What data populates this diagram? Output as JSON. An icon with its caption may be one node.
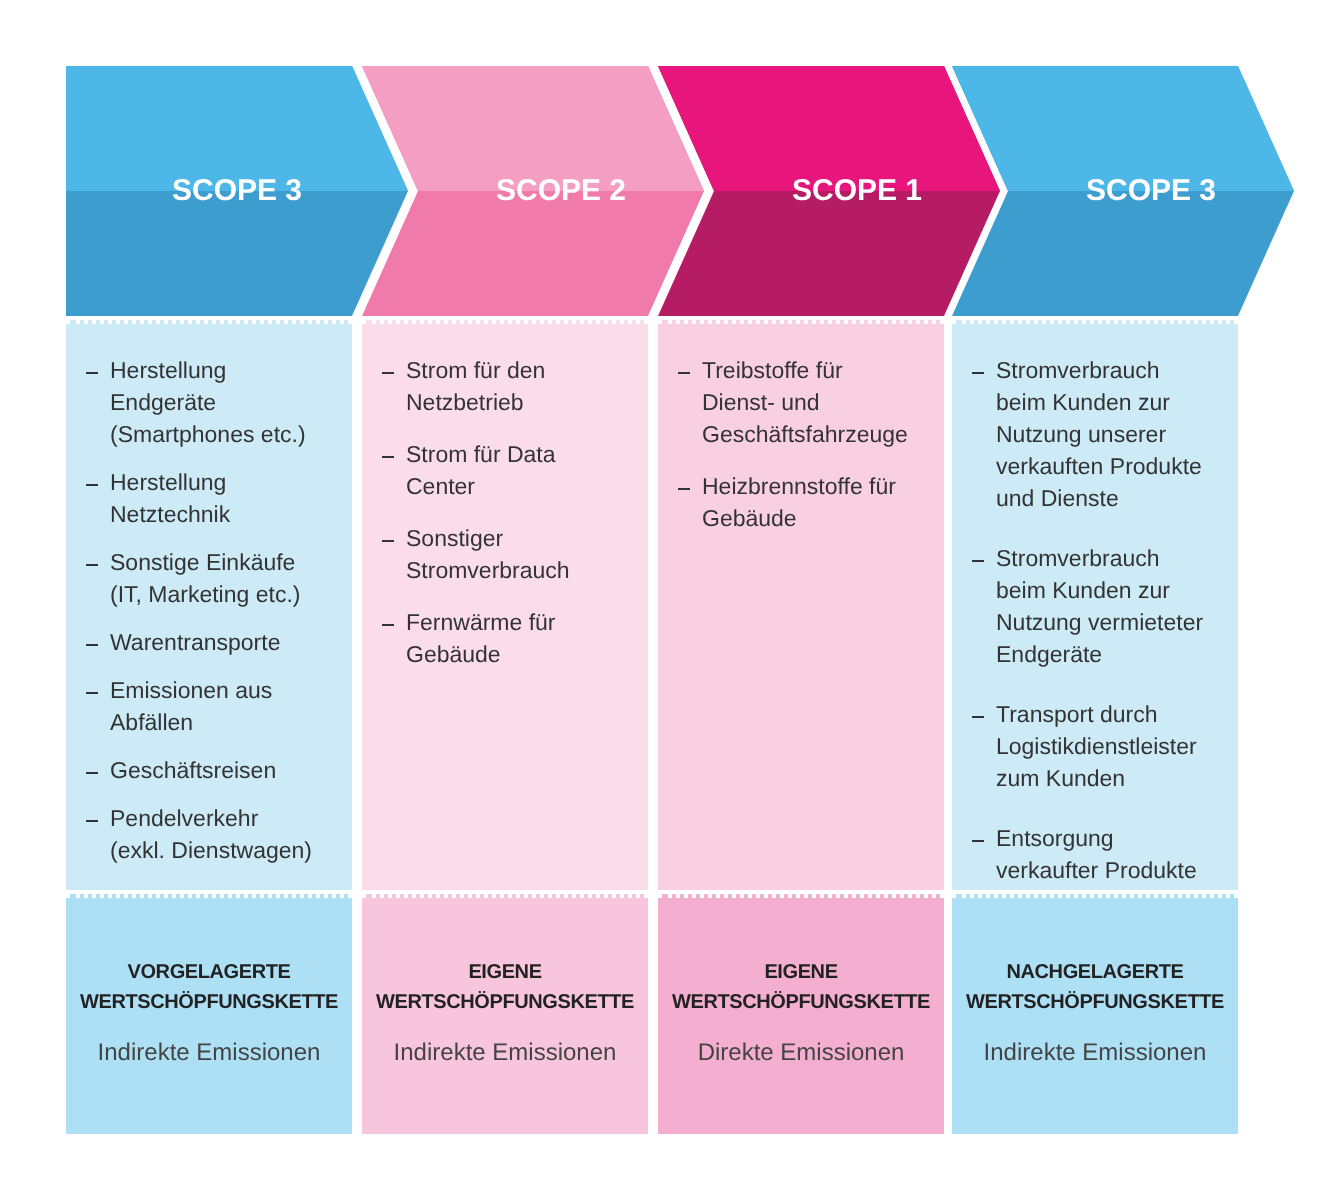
{
  "diagram": {
    "nodes": [
      {
        "text": [
          "SCOPE 3"
        ]
      },
      {
        "text": [
          "SCOPE 2"
        ]
      },
      {
        "text": [
          "SCOPE 1"
        ]
      },
      {
        "text": [
          "SCOPE 3"
        ]
      },
      {
        "text": [
          "Herstellung Endgeräte (Smartphones etc.)",
          "Herstellung Netztechnik",
          "Sonstige Einkäufe (IT, Marketing etc.)",
          "Warentransporte",
          "Emissionen aus Abfällen",
          "Geschäftsreisen",
          "Pendelverkehr (exkl. Dienstwagen)"
        ]
      },
      {
        "text": [
          "Strom für den Netzbetrieb",
          "Strom für Data Center",
          "Sonstiger Stromverbrauch",
          "Fernwärme für Gebäude"
        ]
      },
      {
        "text": [
          "Treibstoffe für Dienst- und Geschäftsfahrzeuge",
          "Heizbrennstoffe für Gebäude"
        ]
      },
      {
        "text": [
          "Stromverbrauch beim Kunden zur Nutzung unserer verkauften Produkte und Dienste",
          "Stromverbrauch beim Kunden zur Nutzung vermieteter Endgeräte",
          "Transport durch Logistikdienstleister zum Kunden",
          "Entsorgung verkaufter Produkte"
        ]
      },
      {
        "text": [
          "VORGELAGERTE WERTSCHÖPFUNGSKETTE",
          "Indirekte Emissionen"
        ]
      },
      {
        "text": [
          "EIGENE WERTSCHÖPFUNGSKETTE",
          "Indirekte Emissionen"
        ]
      },
      {
        "text": [
          "EIGENE WERTSCHÖPFUNGSKETTE",
          "Direkte Emissionen"
        ]
      },
      {
        "text": [
          "NACHGELAGERTE WERTSCHÖPFUNGSKETTE",
          "Indirekte Emissionen"
        ]
      }
    ]
  }
}
